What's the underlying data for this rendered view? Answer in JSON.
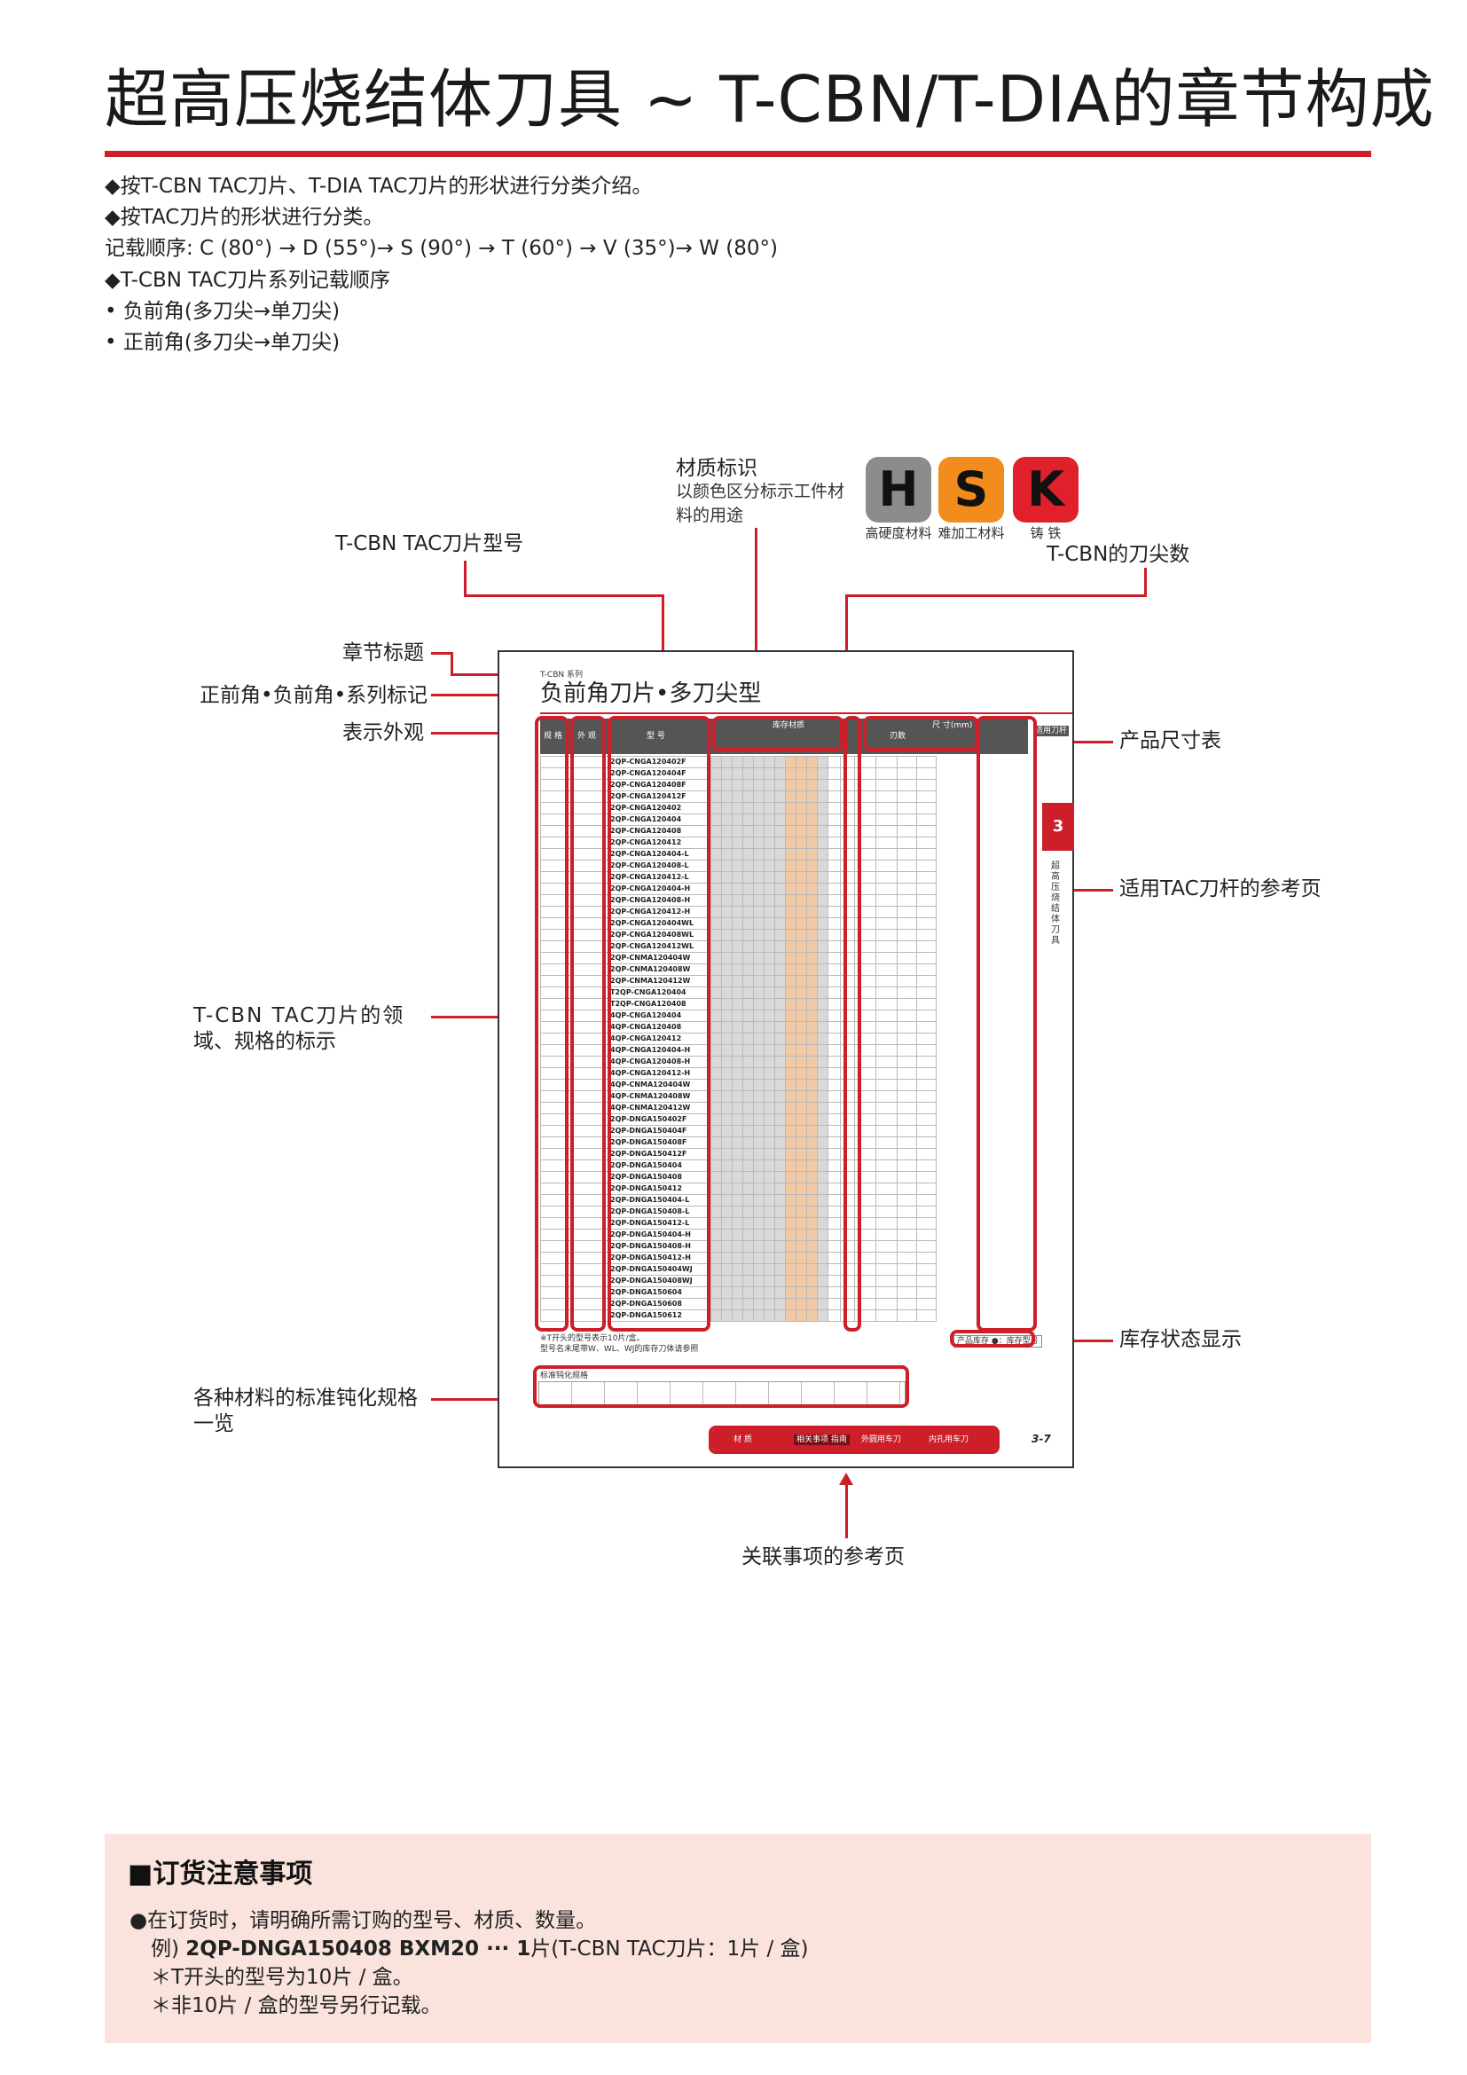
{
  "title": "超高压烧结体刀具 ~ T-CBN/T-DIA的章节构成",
  "intro": [
    "◆按T-CBN TAC刀片、T-DIA TAC刀片的形状进行分类介绍。",
    "◆按TAC刀片的形状进行分类。",
    "记载顺序:  C (80°)  → D (55°)→ S (90°)  → T (60°)  → V (35°)→ W (80°)",
    "◆T-CBN TAC刀片系列记载顺序",
    "• 负前角(多刀尖→单刀尖)",
    "• 正前角(多刀尖→单刀尖)"
  ],
  "callouts": {
    "material_id_title": "材质标识",
    "material_id_desc1": "以颜色区分标示工件材",
    "material_id_desc2": "料的用途",
    "model_number": "T-CBN TAC刀片型号",
    "tip_count": "T-CBN的刀尖数",
    "chapter_title": "章节标题",
    "rake_series": "正前角•负前角•系列标记",
    "appearance": "表示外观",
    "domain_spec_1": "T-CBN TAC刀片的领",
    "domain_spec_2": "域、规格的标示",
    "dimension_table": "产品尺寸表",
    "holder_ref": "适用TAC刀杆的参考页",
    "stock_status": "库存状态显示",
    "honing_1": "各种材料的标准钝化规格",
    "honing_2": "一览",
    "related_ref": "关联事项的参考页"
  },
  "badges": [
    {
      "letter": "H",
      "label": "高硬度材料",
      "color": "#8c8c8c"
    },
    {
      "letter": "S",
      "label": "难加工材料",
      "color": "#f28c1c"
    },
    {
      "letter": "K",
      "label": "铸  铁",
      "color": "#e0202a"
    }
  ],
  "sample": {
    "series_label": "T-CBN 系列",
    "heading": "负前角刀片•多刀尖型",
    "header_cols": [
      "规 格",
      "外 观",
      "型 号",
      "库存材质",
      "刃数",
      "尺 寸(mm)",
      "适用刀杆"
    ],
    "chapter_number": "3",
    "side_text": "超高压烧结体刀具",
    "models": [
      "2QP-CNGA120402F",
      "2QP-CNGA120404F",
      "2QP-CNGA120408F",
      "2QP-CNGA120412F",
      "2QP-CNGA120402",
      "2QP-CNGA120404",
      "2QP-CNGA120408",
      "2QP-CNGA120412",
      "2QP-CNGA120404-L",
      "2QP-CNGA120408-L",
      "2QP-CNGA120412-L",
      "2QP-CNGA120404-H",
      "2QP-CNGA120408-H",
      "2QP-CNGA120412-H",
      "2QP-CNGA120404WL",
      "2QP-CNGA120408WL",
      "2QP-CNGA120412WL",
      "2QP-CNMA120404W",
      "2QP-CNMA120408W",
      "2QP-CNMA120412W",
      "T2QP-CNGA120404",
      "T2QP-CNGA120408",
      "4QP-CNGA120404",
      "4QP-CNGA120408",
      "4QP-CNGA120412",
      "4QP-CNGA120404-H",
      "4QP-CNGA120408-H",
      "4QP-CNGA120412-H",
      "4QP-CNMA120404W",
      "4QP-CNMA120408W",
      "4QP-CNMA120412W",
      "2QP-DNGA150402F",
      "2QP-DNGA150404F",
      "2QP-DNGA150408F",
      "2QP-DNGA150412F",
      "2QP-DNGA150404",
      "2QP-DNGA150408",
      "2QP-DNGA150412",
      "2QP-DNGA150404-L",
      "2QP-DNGA150408-L",
      "2QP-DNGA150412-L",
      "2QP-DNGA150404-H",
      "2QP-DNGA150408-H",
      "2QP-DNGA150412-H",
      "2QP-DNGA150404WJ",
      "2QP-DNGA150408WJ",
      "2QP-DNGA150604",
      "2QP-DNGA150608",
      "2QP-DNGA150612"
    ],
    "footnote_1": "※T开头的型号表示10片/盒。",
    "footnote_2": "型号名末尾带W、WL、WJ的库存刀体请参照",
    "stock_legend": "产品库存  ●：库存型号",
    "honing_title": "标准钝化规格",
    "nav": [
      "材  质",
      "相关事项 指南",
      "外圆用车刀",
      "内孔用车刀"
    ],
    "page_no": "3-7"
  },
  "order": {
    "title": "■订货注意事项",
    "line1": "●在订货时，请明确所需订购的型号、材质、数量。",
    "line2_prefix": "例)",
    "line2_bold": "2QP-DNGA150408 BXM20 ··· 1",
    "line2_suffix": "片(T-CBN TAC刀片：1片 / 盒)",
    "line3": "＊T开头的型号为10片 / 盒。",
    "line4": "＊非10片 / 盒的型号另行记载。"
  }
}
